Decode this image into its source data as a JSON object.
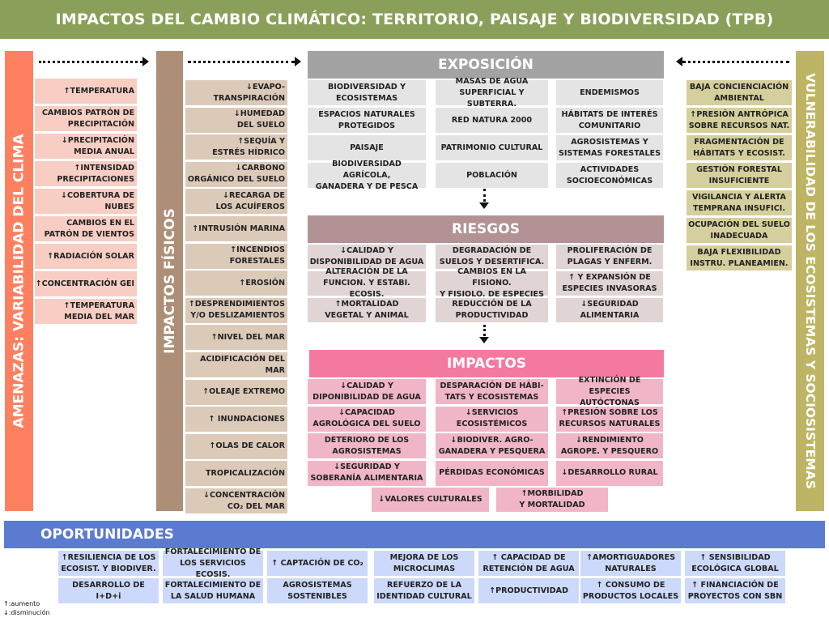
{
  "title": "IMPACTOS DEL CAMBIO CLIMÁTICO: TERRITORIO, PAISAJE Y BIODIVERSIDAD (TPB)",
  "colors": {
    "title": "#8aa05a",
    "amenazas": "#ff8060",
    "fisicos": "#ad8f78",
    "exposicion": "#a3a3a3",
    "riesgos": "#b39296",
    "impactos": "#f4799f",
    "vulnerabilidad": "#bdb565",
    "oportunidades": "#5b7bd0"
  },
  "amenazas": {
    "label": "AMENAZAS: VARIABILIDAD DEL CLIMA",
    "items": [
      "↑TEMPERATURA",
      "CAMBIOS PATRÓN DE\nPRECIPITACIÓN",
      "↓PRECIPITACIÓN\nMEDIA ANUAL",
      "↑INTENSIDAD\nPRECIPITACIONES",
      "↓COBERTURA DE\nNUBES",
      "CAMBIOS EN EL\nPATRÓN DE VIENTOS",
      "↑RADIACIÓN SOLAR",
      "↑CONCENTRACIÓN GEI",
      "↑TEMPERATURA\nMEDIA DEL MAR"
    ]
  },
  "fisicos": {
    "label": "IMPACTOS FÍSICOS",
    "items": [
      "↓EVAPO-\nTRANSPIRACIÓN",
      "↓HUMEDAD\nDEL SUELO",
      "↑SEQUÍA Y\nESTRÉS HÍDRICO",
      "↓CARBONO\nORGÁNICO DEL SUELO",
      "↓RECARGA DE\nLOS ACUÍFEROS",
      "↑INTRUSIÓN MARINA",
      "↑INCENDIOS\nFORESTALES",
      "↑EROSIÓN",
      "↑DESPRENDIMIENTOS\nY/O DESLIZAMIENTOS",
      "↑NIVEL DEL MAR",
      "ACIDIFICACIÓN DEL\nMAR",
      "↑OLEAJE EXTREMO",
      "↑ INUNDACIONES",
      "↑OLAS DE CALOR",
      "TROPICALIZACIÓN",
      "↓CONCENTRACIÓN\nCO₂  DEL MAR"
    ]
  },
  "exposicion": {
    "label": "EXPOSICIÓN",
    "items": [
      "BIODIVERSIDAD Y\nECOSISTEMAS",
      "MASAS DE AGUA\nSUPERFICIAL Y SUBTERRA.",
      "ENDEMISMOS",
      "ESPACIOS NATURALES\nPROTEGIDOS",
      "RED NATURA 2000",
      "HÁBITATS DE INTERÉS\nCOMUNITARIO",
      "PAISAJE",
      "PATRIMONIO CULTURAL",
      "AGROSISTEMAS Y\nSISTEMAS FORESTALES",
      "BIODIVERSIDAD AGRÍCOLA,\nGANADERA Y DE PESCA",
      "POBLACIÓN",
      "ACTIVIDADES\nSOCIOECONÓMICAS"
    ]
  },
  "riesgos": {
    "label": "RIESGOS",
    "items": [
      "↓CALIDAD Y\nDISPONIBILIDAD DE AGUA",
      "DEGRADACIÓN DE\nSUELOS Y DESERTIFICA.",
      "PROLIFERACIÓN DE\nPLAGAS Y ENFERM.",
      "ALTERACIÓN DE LA\nFUNCION. Y ESTABI. ECOSIS.",
      "CAMBIOS EN LA FISIONO.\nY FISIOLO. DE ESPECIES",
      "↑ Y EXPANSIÓN DE\nESPECIES INVASORAS",
      "↑MORTALIDAD\nVEGETAL Y ANIMAL",
      "REDUCCIÓN DE LA\nPRODUCTIVIDAD",
      "↓SEGURIDAD\nALIMENTARIA"
    ]
  },
  "impactos": {
    "label": "IMPACTOS",
    "items": [
      "↓CALIDAD Y\nDIPONIBILIDAD DE AGUA",
      "DESPARACIÓN DE HÁBI-\nTATS Y ECOSISTEMAS",
      "EXTINCIÓN DE ESPECIES\nAUTÓCTONAS",
      "↓CAPACIDAD\nAGROLÓGICA DEL SUELO",
      "↓SERVICIOS\nECOSISTÉMICOS",
      "↑PRESIÓN SOBRE LOS\nRECURSOS NATURALES",
      "DETERIORO DE LOS\nAGROSISTEMAS",
      "↓BIODIVER. AGRO-\nGANADERA Y PESQUERA",
      "↓RENDIMIENTO\nAGROPE. Y PESQUERO",
      "↓SEGURIDAD Y\nSOBERANÍA ALIMENTARIA",
      "PÉRDIDAS ECONÓMICAS",
      "↓DESARROLLO RURAL"
    ],
    "extra": [
      "↓VALORES CULTURALES",
      "↑MORBILIDAD\nY MORTALIDAD"
    ]
  },
  "vulnerabilidad": {
    "label": "VULNERABILIDAD DE LOS ECOSISTEMAS Y SOCIOSISTEMAS",
    "items": [
      "BAJA CONCIENCIACIÓN\nAMBIENTAL",
      "↑PRESIÓN ANTRÓPICA\nSOBRE RECURSOS NAT.",
      "FRAGMENTACIÓN DE\nHÁBITATS Y ECOSIST.",
      "GESTIÓN FORESTAL\nINSUFICIENTE",
      "VIGILANCIA Y ALERTA\nTEMPRANA INSUFICI.",
      "OCUPACIÓN DEL SUELO\nINADECUADA",
      "BAJA FLEXIBILIDAD\nINSTRU.  PLANEAMIEN."
    ]
  },
  "oportunidades": {
    "label": "OPORTUNIDADES",
    "row1": [
      "↑RESILIENCIA DE LOS\nECOSIST. Y BIODIVER.",
      "FORTALECIMIENTO DE\nLOS SERVICIOS ECOSIS.",
      "↑ CAPTACIÓN DE CO₂",
      "MEJORA DE LOS\nMICROCLIMAS",
      "↑ CAPACIDAD DE\nRETENCIÓN DE AGUA",
      "↑AMORTIGUADORES\nNATURALES",
      "↑    SENSIBILIDAD\nECOLÓGICA GLOBAL"
    ],
    "row2": [
      "DESARROLLO DE I+D+i",
      "FORTALECIMIENTO DE\nLA  SALUD HUMANA",
      "AGROSISTEMAS\nSOSTENIBLES",
      "REFUERZO DE LA\nIDENTIDAD CULTURAL",
      "↑PRODUCTIVIDAD",
      "↑ CONSUMO DE\nPRODUCTOS LOCALES",
      "↑ FINANCIACIÓN DE\nPROYECTOS CON SBN"
    ]
  },
  "legend": {
    "up": "↑:aumento",
    "down": "↓:disminución"
  }
}
